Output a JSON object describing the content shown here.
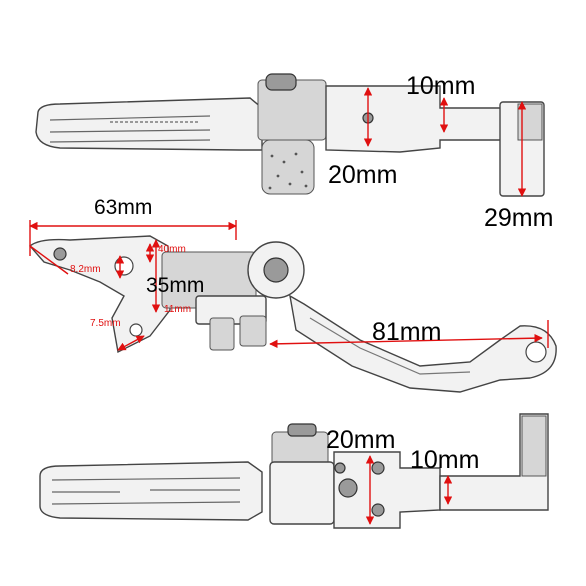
{
  "colors": {
    "dimension": "#e01010",
    "outline": "#444444",
    "background": "#ffffff"
  },
  "top_view": {
    "label_width": "10mm",
    "label_height": "20mm",
    "label_length": "29mm"
  },
  "side_view": {
    "label_span": "63mm",
    "label_lever": "81mm",
    "label_height": "35mm",
    "label_40": "40mm",
    "label_82": "8.2mm",
    "label_75": "7.5mm",
    "label_11": "11mm"
  },
  "bottom_view": {
    "label_width": "20mm",
    "label_depth": "10mm"
  }
}
